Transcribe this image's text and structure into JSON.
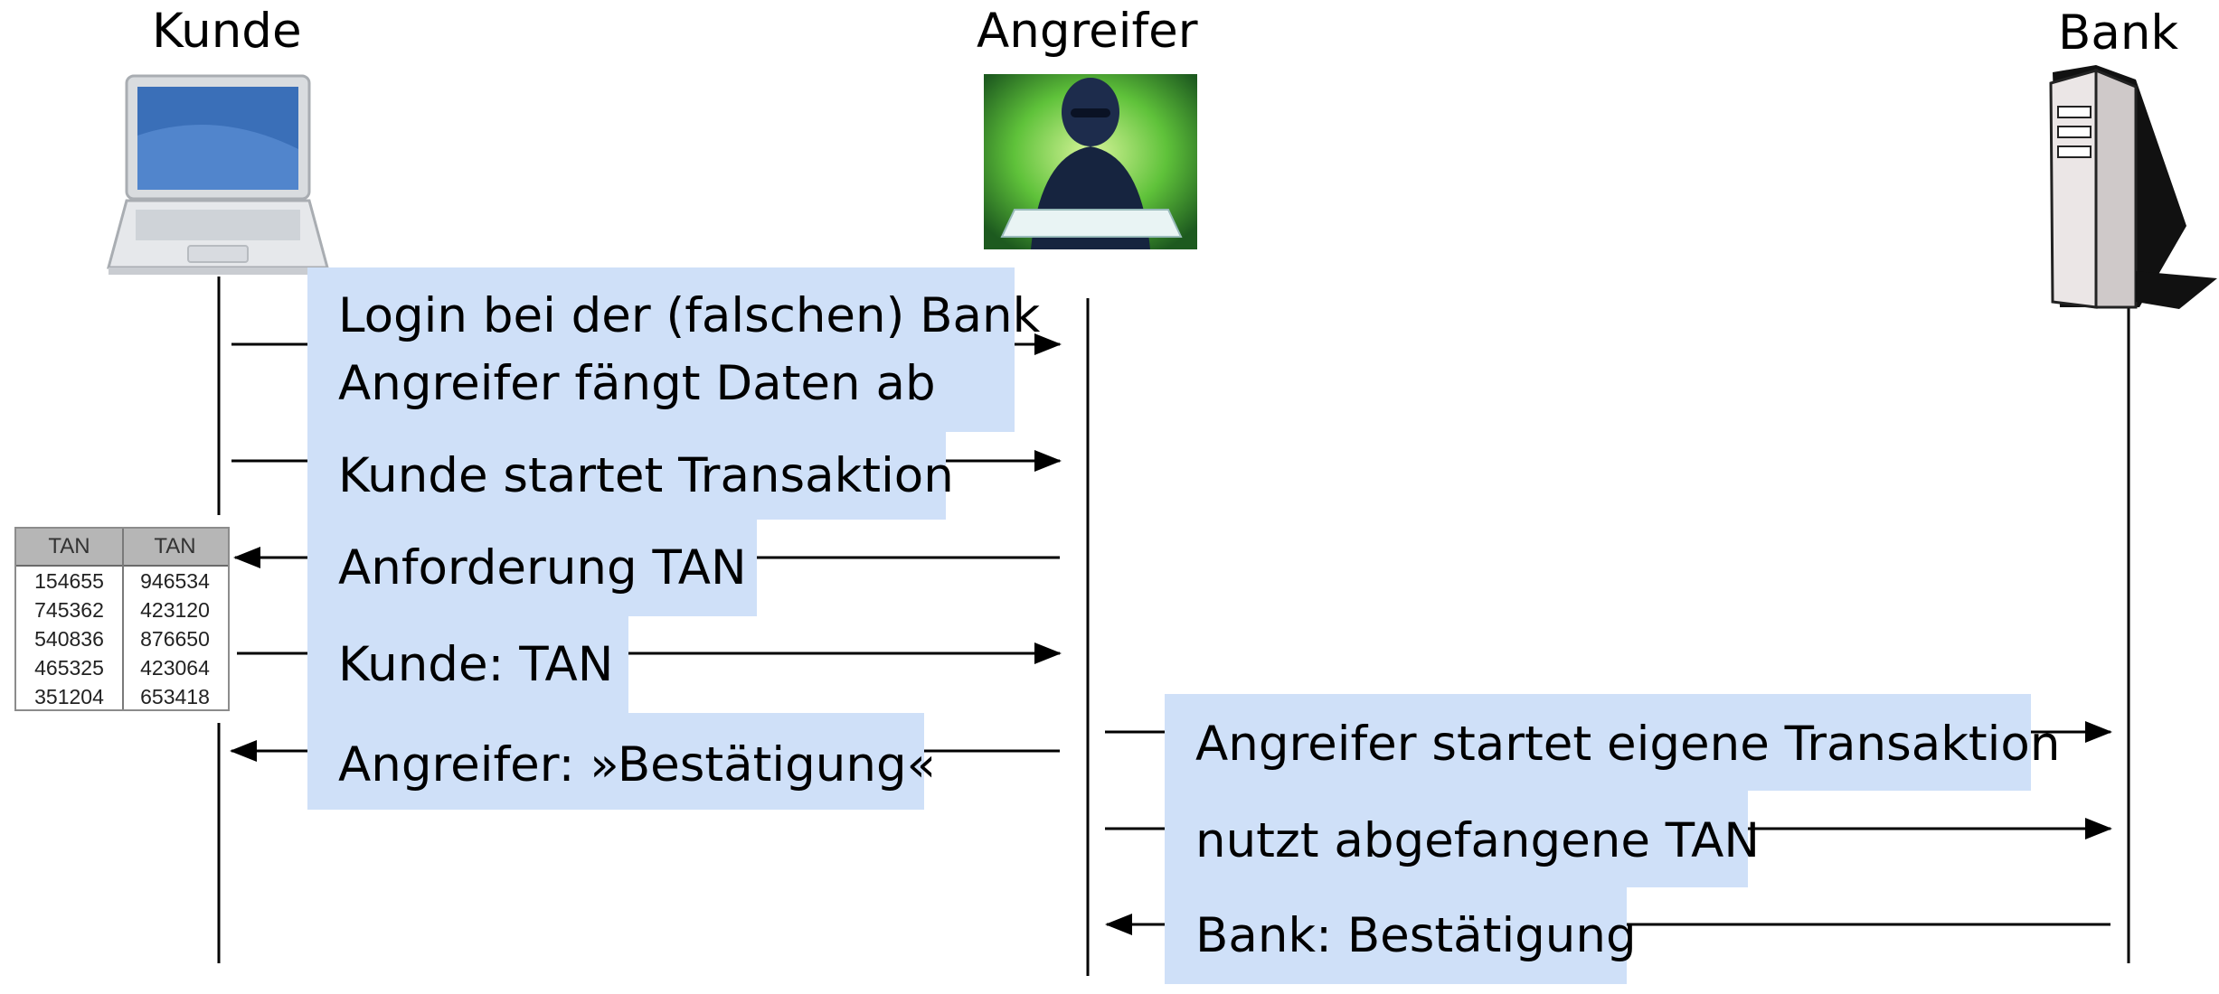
{
  "actors": [
    {
      "id": "kunde",
      "label": "Kunde"
    },
    {
      "id": "angreifer",
      "label": "Angreifer"
    },
    {
      "id": "bank",
      "label": "Bank"
    }
  ],
  "messages": [
    {
      "id": "login",
      "lines": [
        "Login bei der (falschen) Bank",
        "Angreifer fängt Daten ab"
      ],
      "from": "kunde",
      "to": "angreifer"
    },
    {
      "id": "transaktion",
      "lines": [
        "Kunde startet Transaktion"
      ],
      "from": "kunde",
      "to": "angreifer"
    },
    {
      "id": "anforderung",
      "lines": [
        "Anforderung TAN"
      ],
      "from": "angreifer",
      "to": "kunde"
    },
    {
      "id": "kunde-tan",
      "lines": [
        "Kunde: TAN"
      ],
      "from": "kunde",
      "to": "angreifer"
    },
    {
      "id": "bestaetigung-fake",
      "lines": [
        "Angreifer: »Bestätigung«"
      ],
      "from": "angreifer",
      "to": "kunde"
    },
    {
      "id": "eigene-transaktion",
      "lines": [
        "Angreifer startet eigene Transaktion"
      ],
      "from": "angreifer",
      "to": "bank"
    },
    {
      "id": "nutzt-tan",
      "lines": [
        "nutzt abgefangene TAN"
      ],
      "from": "angreifer",
      "to": "bank"
    },
    {
      "id": "bank-bestaetigung",
      "lines": [
        "Bank: Bestätigung"
      ],
      "from": "bank",
      "to": "angreifer"
    }
  ],
  "tan_table": {
    "headers": [
      "TAN",
      "TAN"
    ],
    "rows": [
      [
        "154655",
        "946534"
      ],
      [
        "745362",
        "423120"
      ],
      [
        "540836",
        "876650"
      ],
      [
        "465325",
        "423064"
      ],
      [
        "351204",
        "653418"
      ]
    ]
  },
  "colors": {
    "message_box": "#cfe0f8",
    "line": "#000000",
    "hacker_bg": "#5fc23a",
    "laptop": "#dfe2e6",
    "server": "#e8e4e4"
  }
}
